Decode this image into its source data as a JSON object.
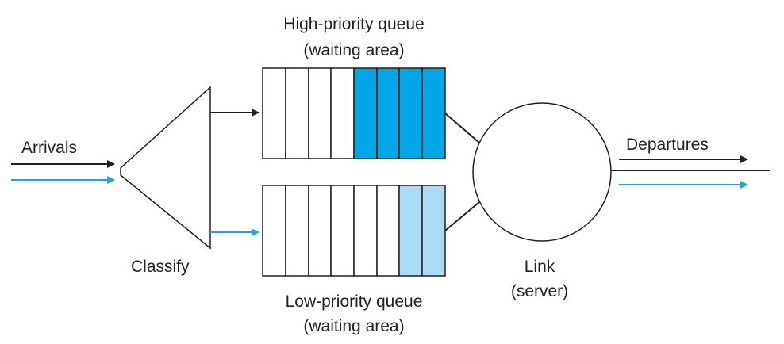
{
  "labels": {
    "high_queue_line1": "High-priority queue",
    "high_queue_line2": "(waiting area)",
    "low_queue_line1": "Low-priority queue",
    "low_queue_line2": "(waiting area)",
    "arrivals": "Arrivals",
    "classify": "Classify",
    "link_line1": "Link",
    "link_line2": "(server)",
    "departures": "Departures"
  },
  "queues": {
    "high": {
      "slots": 8,
      "filled": 4,
      "fill_color": "#00a6e6"
    },
    "low": {
      "slots": 8,
      "filled": 2,
      "fill_color": "#a9dcf5"
    }
  },
  "colors": {
    "black_flow": "#231f20",
    "blue_flow": "#1ba6e6",
    "outline": "#231f20"
  }
}
